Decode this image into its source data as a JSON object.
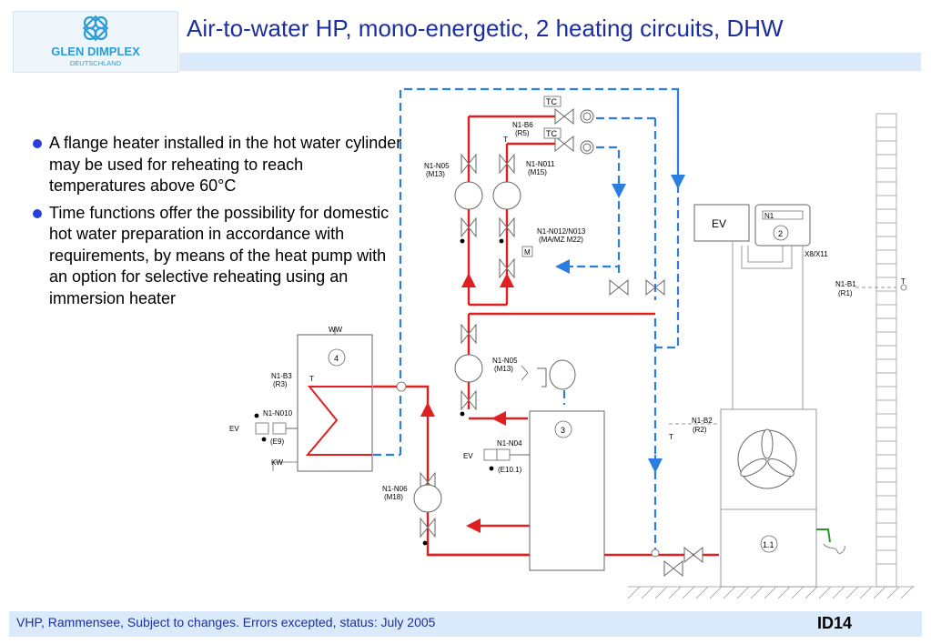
{
  "header": {
    "title": "Air-to-water HP, mono-energetic, 2 heating circuits, DHW",
    "logo_line1": "GLEN DIMPLEX",
    "logo_line2": "DEUTSCHLAND"
  },
  "bullets": [
    "A flange heater installed in the hot water cylinder may be used for reheating to reach temperatures above 60°C",
    "Time functions offer the possibility for domestic hot water preparation in accordance with requirements, by means of the heat pump with an option for selective reheating using an immersion heater"
  ],
  "diagram": {
    "tc1": "TC",
    "tc2": "TC",
    "n1b6": "N1-B6",
    "r5": "(R5)",
    "t_b6": "T",
    "n1n05_top": "N1-N05",
    "m13_top": "(M13)",
    "n1n011": "N1-N011",
    "m15": "(M15)",
    "n1n012": "N1-N012/N013",
    "mamz": "(MA/MZ M22)",
    "m_label": "M",
    "ev_box": "EV",
    "n1_box": "N1",
    "ctrl_num": "2",
    "x8": "X8/X11",
    "n1b1": "N1-B1",
    "r1": "(R1)",
    "t_b1": "T",
    "ww": "WW",
    "cyl_num": "4",
    "n1b3": "N1-B3",
    "r3": "(R3)",
    "t_b3": "T",
    "n1n010": "N1-N010",
    "ev_left": "EV",
    "e9": "(E9)",
    "kw": "KW",
    "n1n05_mid": "N1-N05",
    "m13_mid": "(M13)",
    "buf_num": "3",
    "n1b2": "N1-B2",
    "r2": "(R2)",
    "t_b2": "T",
    "n1n04": "N1-N04",
    "ev_mid": "EV",
    "e101": "(E10.1)",
    "n1n06": "N1-N06",
    "m18": "(M18)",
    "hp_num": "1.1"
  },
  "footer": {
    "text": "VHP, Rammensee, Subject to changes. Errors excepted, status: July 2005",
    "id": "ID14"
  },
  "colors": {
    "title": "#1b2f9e",
    "bullet": "#2a3fd6",
    "flow_red": "#e02020",
    "return_blue": "#2a7de1",
    "bar_blue": "#dbeafb"
  }
}
